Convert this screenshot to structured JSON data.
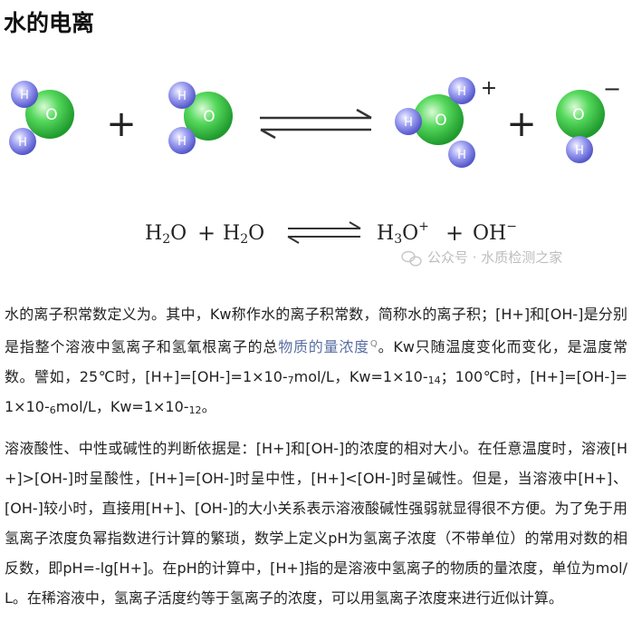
{
  "title": "水的电离",
  "atoms": {
    "hydrogen": "H",
    "oxygen": "O"
  },
  "reaction": {
    "plus": "+",
    "ion_charge_plus": "+",
    "ion_charge_minus": "−",
    "equation": {
      "water": "H",
      "water_sub": "2",
      "water_o": "O",
      "hydronium": "H",
      "hydronium_sub": "3",
      "hydronium_o": "O",
      "hydronium_charge": "+",
      "hydroxide": "OH",
      "hydroxide_charge": "−"
    }
  },
  "watermark": "公众号 · 水质检测之家",
  "colors": {
    "hydrogen": "#8a8ce8",
    "oxygen": "#3fc94b",
    "link": "#5a6fa2"
  },
  "paragraph1": {
    "intro": "水的离子积常数定义为。其中，Kw称作水的离子积常数，简称水的离子积；[H+]和[OH-]是分别是指整个溶液中氢离子和氢氧根离子的总",
    "link_text": "物质的量浓度",
    "rest": "。Kw只随温度变化而变化，是温度常数。譬如，25℃时，[H+]=[OH-]=1×10-",
    "sub1": "7",
    "p2": "mol/L，Kw=1×10-",
    "sub2": "14",
    "p3": "；100℃时，[H+]=[OH-]=1×10-",
    "sub3": "6",
    "p4": "mol/L，Kw=1×10-",
    "sub4": "12",
    "p5": "。"
  },
  "paragraph2": "溶液酸性、中性或碱性的判断依据是：[H+]和[OH-]的浓度的相对大小。在任意温度时，溶液[H+]>[OH-]时呈酸性，[H+]=[OH-]时呈中性，[H+]<[OH-]时呈碱性。但是，当溶液中[H+]、[OH-]较小时，直接用[H+]、[OH-]的大小关系表示溶液酸碱性强弱就显得很不方便。为了免于用氢离子浓度负幂指数进行计算的繁琐，数学上定义pH为氢离子浓度（不带单位）的常用对数的相反数，即pH=-lg[H+]。在pH的计算中，[H+]指的是溶液中氢离子的物质的量浓度，单位为mol/L。在稀溶液中，氢离子活度约等于氢离子的浓度，可以用氢离子浓度来进行近似计算。"
}
